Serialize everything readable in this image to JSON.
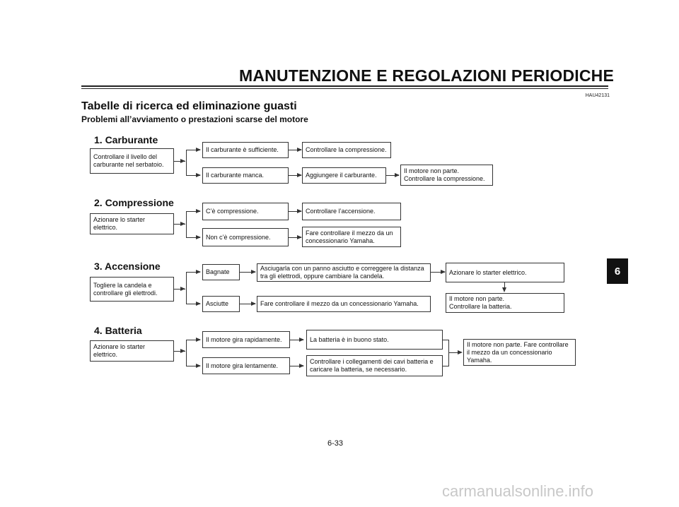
{
  "header": {
    "title": "MANUTENZIONE E REGOLAZIONI PERIODICHE",
    "code": "HAU42131"
  },
  "section": {
    "title": "Tabelle di ricerca ed eliminazione guasti",
    "subtitle": "Problemi all’avviamento o prestazioni scarse del motore"
  },
  "carburante": {
    "heading": "1. Carburante",
    "start": "Controllare il livello del\ncarburante nel serbatoio.",
    "a1": "Il carburante è sufficiente.",
    "a2": "Controllare la compressione.",
    "b1": "Il carburante manca.",
    "b2": "Aggiungere il carburante.",
    "b3": "Il motore non parte.\nControllare la compressione."
  },
  "compressione": {
    "heading": "2. Compressione",
    "start": "Azionare lo starter elettrico.",
    "a1": "C’è compressione.",
    "a2": "Controllare l’accensione.",
    "b1": "Non c’è compressione.",
    "b2": "Fare controllare il mezzo da un\nconcessionario Yamaha."
  },
  "accensione": {
    "heading": "3. Accensione",
    "start": "Togliere la candela e\ncontrollare gli elettrodi.",
    "a1": "Bagnate",
    "a2": "Asciugarla con un panno asciutto e correggere la distanza\ntra gli elettrodi, oppure cambiare la candela.",
    "a3": "Azionare lo starter elettrico.",
    "b1": "Asciutte",
    "b2": "Fare controllare il mezzo da un concessionario Yamaha.",
    "b3": "Il motore non parte.\nControllare la batteria."
  },
  "batteria": {
    "heading": "4. Batteria",
    "start": "Azionare lo starter elettrico.",
    "a1": "Il motore gira rapidamente.",
    "a2": "La batteria è in buono stato.",
    "b1": "Il motore gira lentamente.",
    "b2": "Controllare i collegamenti dei cavi batteria  e\ncaricare la batteria, se necessario.",
    "end": "Il motore non parte. Fare controllare\nil mezzo da un concessionario\nYamaha."
  },
  "tab": "6",
  "page_number": "6-33",
  "watermark": "carmanualsonline.info"
}
